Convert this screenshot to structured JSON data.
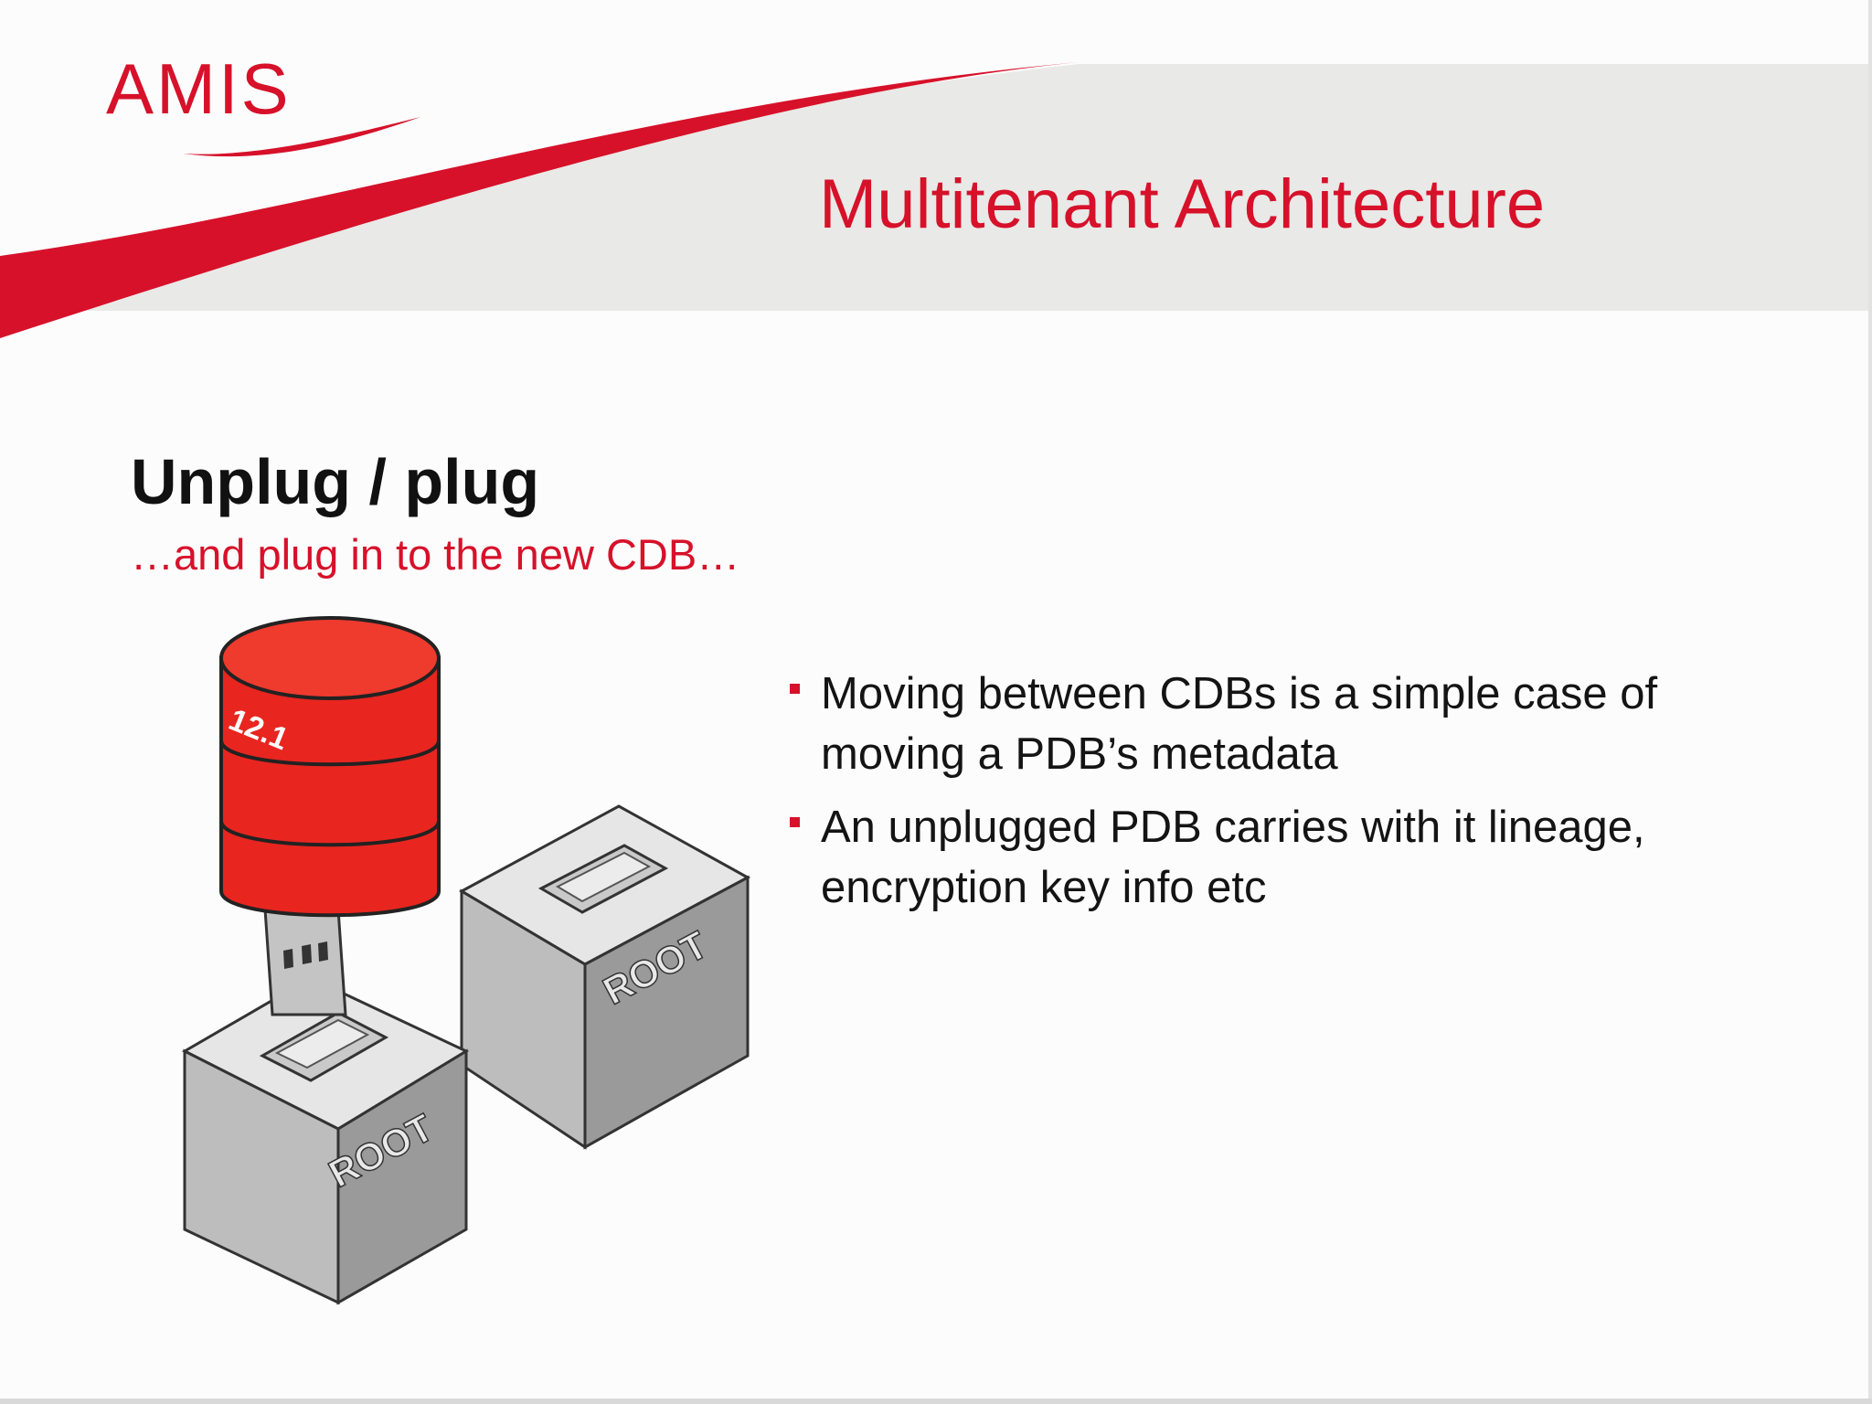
{
  "header": {
    "logo_text": "AMIS",
    "title": "Multitenant Architecture"
  },
  "content": {
    "heading": "Unplug / plug",
    "subheading": "…and plug in to the new CDB…",
    "bullets": [
      {
        "text": "Moving between CDBs is a simple case of moving a PDB’s metadata"
      },
      {
        "text": "An unplugged PDB carries with it lineage, encryption key info etc"
      }
    ]
  },
  "illustration": {
    "db_version": "12.1",
    "container_label_1": "ROOT",
    "container_label_2": "ROOT"
  },
  "colors": {
    "brand_red": "#d7112a",
    "header_gray": "#e9e9e7",
    "box_gray": "#bdbdbd"
  }
}
